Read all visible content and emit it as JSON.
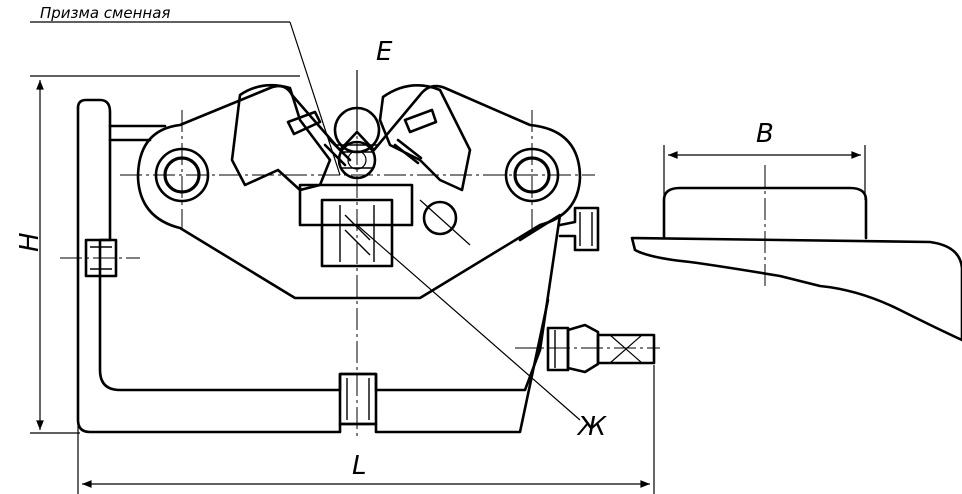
{
  "labels": {
    "prism_callout": "Призма сменная",
    "detail_e": "E",
    "detail_zh": "Ж",
    "dim_height": "H",
    "dim_length": "L",
    "dim_width": "B"
  }
}
